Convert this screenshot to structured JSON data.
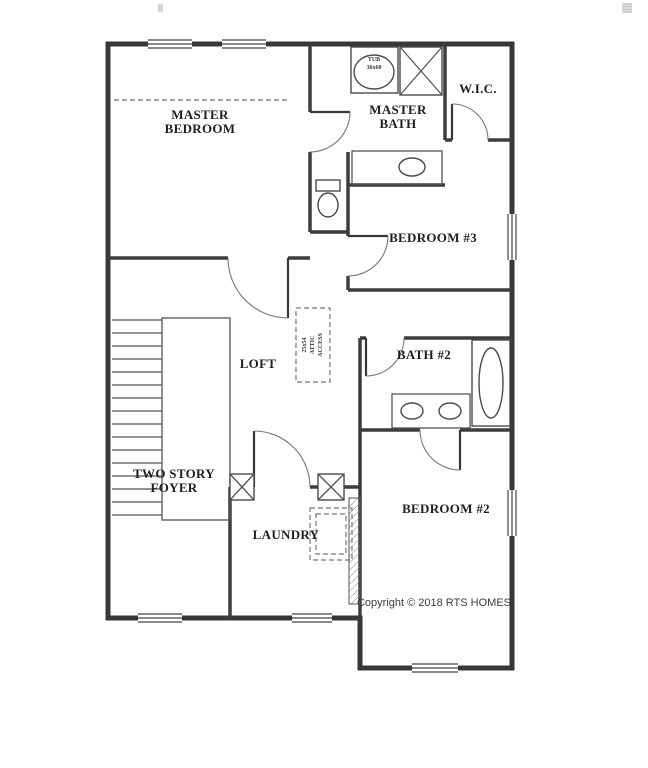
{
  "floor_plan": {
    "rooms": {
      "master_bedroom": {
        "line1": "MASTER",
        "line2": "BEDROOM"
      },
      "master_bath": {
        "line1": "MASTER",
        "line2": "BATH"
      },
      "wic": {
        "label": "W.I.C."
      },
      "bedroom_3": {
        "label": "BEDROOM #3"
      },
      "loft": {
        "label": "LOFT"
      },
      "bath_2": {
        "label": "BATH #2"
      },
      "foyer": {
        "line1": "TWO STORY",
        "line2": "FOYER"
      },
      "laundry": {
        "label": "LAUNDRY"
      },
      "bedroom_2": {
        "label": "BEDROOM #2"
      }
    },
    "annotations": {
      "tub": {
        "line1": "TUB",
        "line2": "36x60"
      },
      "attic": {
        "line1": "25x54",
        "line2": "ATTIC",
        "line3": "ACCESS"
      }
    },
    "copyright": "Copyright © 2018 RTS HOMES",
    "colors": {
      "wall": "#383838",
      "line": "#555555",
      "background": "#ffffff"
    }
  }
}
